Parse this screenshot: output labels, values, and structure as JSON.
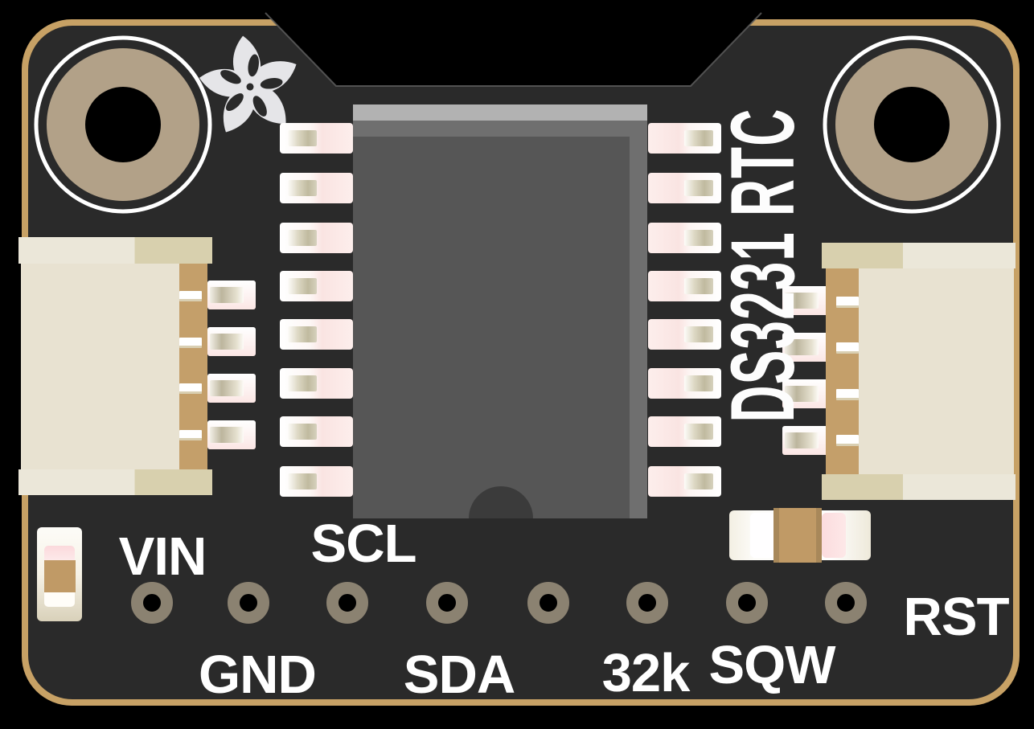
{
  "board": {
    "name_label": "DS3231 RTC",
    "vendor_logo": "adafruit-flower",
    "pins": [
      {
        "label": "VIN"
      },
      {
        "label": "GND"
      },
      {
        "label": "SCL"
      },
      {
        "label": "SDA"
      },
      {
        "label": "32k"
      },
      {
        "label": "SQW"
      },
      {
        "label": "RST"
      }
    ],
    "hole_count": 8,
    "ic_pin_pads_per_side": 8,
    "stemma_pads_per_side": 4,
    "colors": {
      "background": "#000000",
      "pcb": "#2a2a2a",
      "gold_edge": "#c7a165",
      "drill_ring": "#8b8271",
      "mount_ring": "#b2a188",
      "pad_pink": "#fbe5e3",
      "pad_copper": "#c0ba9f",
      "connector_body": "#e8e2d1",
      "connector_gold": "#c49f6a",
      "ic_body": "#565656",
      "ic_shell": "#6f6f6f",
      "ic_top_band": "#b2b2b2",
      "silkscreen": "#ffffff",
      "logo": "#e5e5e8"
    }
  }
}
